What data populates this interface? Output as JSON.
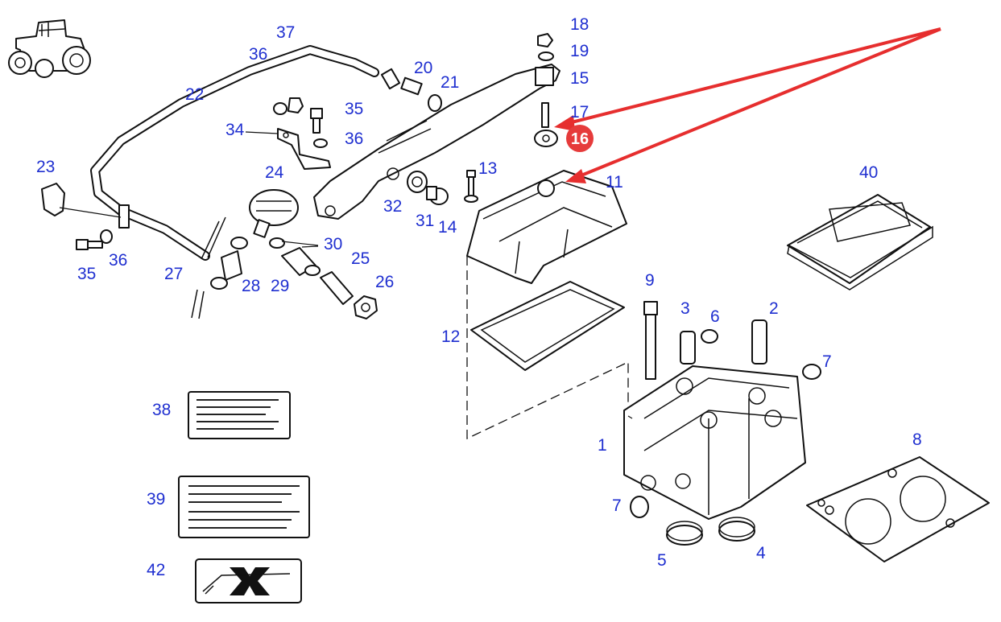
{
  "colors": {
    "callout": "#1f2fd0",
    "highlight": "#e63b3b",
    "arrow": "#e62e2e",
    "line": "#111111",
    "background": "#ffffff"
  },
  "highlight": {
    "label": "16"
  },
  "callouts": {
    "c37": "37",
    "c36a": "36",
    "c22": "22",
    "c35a": "35",
    "c34": "34",
    "c36b": "36",
    "c20": "20",
    "c21": "21",
    "c18": "18",
    "c19": "19",
    "c15": "15",
    "c17": "17",
    "c23": "23",
    "c24": "24",
    "c13": "13",
    "c11": "11",
    "c40": "40",
    "c32": "32",
    "c31": "31",
    "c14": "14",
    "c30": "30",
    "c36c": "36",
    "c35b": "35",
    "c25": "25",
    "c27": "27",
    "c28": "28",
    "c29": "29",
    "c26": "26",
    "c9": "9",
    "c3": "3",
    "c6": "6",
    "c2": "2",
    "c12": "12",
    "c7a": "7",
    "c38": "38",
    "c1": "1",
    "c8": "8",
    "c39": "39",
    "c7b": "7",
    "c4": "4",
    "c5": "5",
    "c42": "42"
  }
}
